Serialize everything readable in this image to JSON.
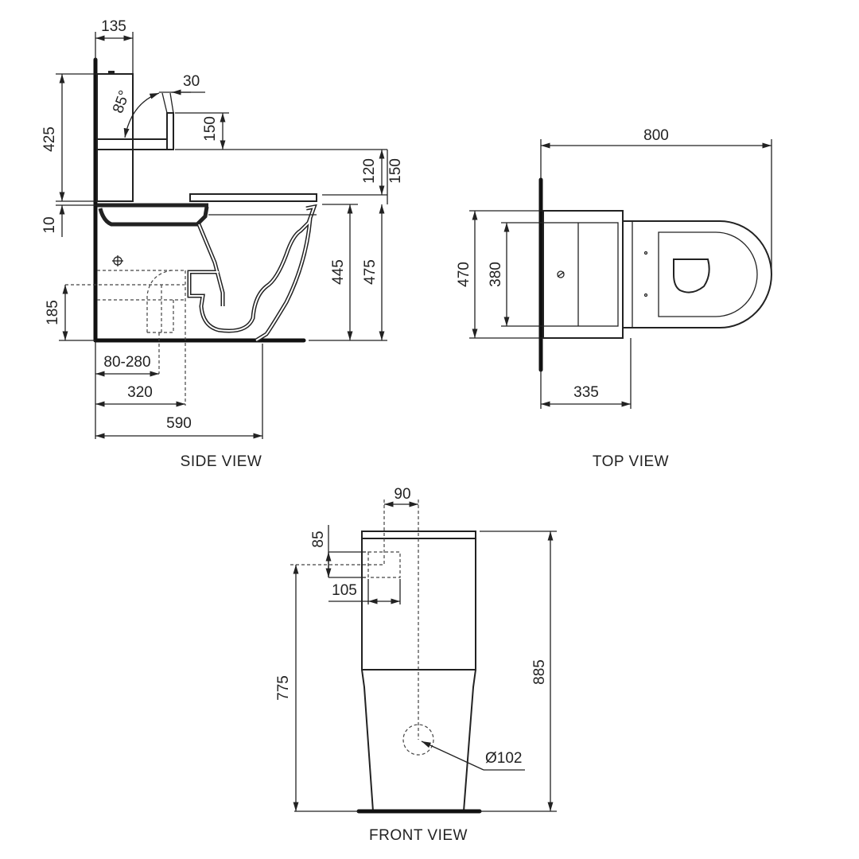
{
  "views": {
    "side": {
      "title": "SIDE VIEW",
      "dims": {
        "tank_depth": "135",
        "tank_height": "425",
        "gap": "10",
        "button_offset": "30",
        "angle": "85°",
        "button_height": "150",
        "seat_to_button": "120",
        "rim_to_button": "150",
        "rim_height": "445",
        "seat_height": "475",
        "inlet_height": "185",
        "setout": "80-280",
        "outlet_center": "320",
        "overall_depth": "590"
      }
    },
    "top": {
      "title": "TOP VIEW",
      "dims": {
        "overall_depth": "800",
        "width": "470",
        "tank_width": "380",
        "tank_depth": "335"
      }
    },
    "front": {
      "title": "FRONT VIEW",
      "dims": {
        "inlet_offset": "90",
        "inlet_box_height": "85",
        "inlet_box_width": "105",
        "inlet_height": "775",
        "overall_height": "885",
        "outlet_diameter": "Ø102"
      }
    }
  }
}
